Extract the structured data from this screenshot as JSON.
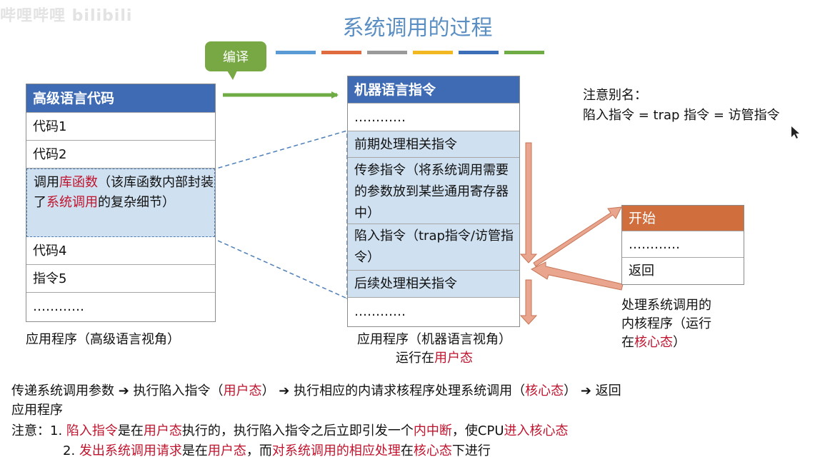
{
  "watermark": "哔哩哔哩 bilibili",
  "title": "系统调用的过程",
  "color_bar": [
    "#5b9bd5",
    "#e06b3f",
    "#9a9a9a",
    "#f2b822",
    "#3c6fb8",
    "#6fac46"
  ],
  "compile_label": "编译",
  "left_table": {
    "header": "高级语言代码",
    "rows": [
      "代码1",
      "代码2"
    ],
    "highlight": {
      "p1": "调用",
      "p2": "库函数",
      "p3": "（该库函数内部封装了",
      "p4": "系统调用",
      "p5": "的复杂细节）"
    },
    "rows_after": [
      "代码4",
      "指令5",
      "…………"
    ],
    "caption": "应用程序（高级语言视角）"
  },
  "middle_table": {
    "header": "机器语言指令",
    "rows": [
      "…………",
      "前期处理相关指令",
      "传参指令（将系统调用需要的参数放到某些通用寄存器中）",
      "陷入指令（trap指令/访管指令）",
      "后续处理相关指令",
      "…………"
    ],
    "caption_line1": "应用程序（机器语言视角）",
    "caption_line2_a": "运行在",
    "caption_line2_b": "用户态"
  },
  "alias_note": {
    "line1": "注意别名：",
    "line2": "陷入指令 = trap 指令 = 访管指令"
  },
  "right_table": {
    "header": "开始",
    "rows": [
      "…………",
      "返回"
    ],
    "caption": {
      "a": "处理系统调用的",
      "b": "内核程序（运行",
      "c": "在",
      "d": "核心态",
      "e": "）"
    }
  },
  "flow": {
    "s1": "传递系统调用参数 ",
    "a1": "➔",
    "s2": " 执行陷入指令（",
    "s3": "用户态",
    "s4": "） ",
    "a2": "➔",
    "s5": " 执行相应的内请求核程序处理系统调用（",
    "s6": "核心态",
    "s7": "） ",
    "a3": "➔",
    "s8": " 返回",
    "s9": "应用程序"
  },
  "notes": {
    "label": "注意：",
    "n1": {
      "num": "1. ",
      "a": "陷入指令",
      "b": "是在",
      "c": "用户态",
      "d": "执行的，执行陷入指令之后立即引发一个",
      "e": "内中断",
      "f": "，使CPU",
      "g": "进入核心态"
    },
    "n2": {
      "num": "2. ",
      "a": "发出系统调用请求",
      "b": "是在",
      "c": "用户态",
      "d": "，而",
      "e": "对系统调用的相应处理",
      "f": "在",
      "g": "核心态",
      "h": "下进行"
    }
  }
}
